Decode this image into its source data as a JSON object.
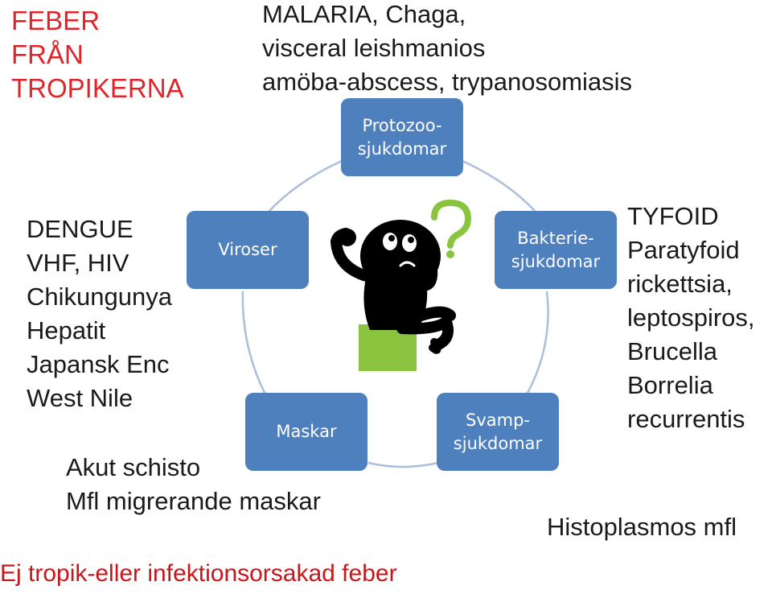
{
  "title": [
    "FEBER",
    "FRÅN",
    "TROPIKERNA"
  ],
  "protozoo": {
    "causes": [
      "MALARIA, Chaga,",
      "visceral leishmanios",
      "amöba-abscess, trypanosomiasis"
    ],
    "node": [
      "Protozoo-",
      "sjukdomar"
    ]
  },
  "viroser": {
    "causes": [
      "DENGUE",
      "VHF, HIV",
      "Chikungunya",
      "Hepatit",
      "Japansk Enc",
      "West Nile"
    ],
    "node": [
      "Viroser"
    ]
  },
  "bakterie": {
    "causes": [
      "TYFOID",
      "Paratyfoid",
      "rickettsia,",
      "leptospiros,",
      "Brucella",
      "Borrelia",
      "recurrentis"
    ],
    "node": [
      "Bakterie-",
      "sjukdomar"
    ]
  },
  "maskar": {
    "causes": [
      "Akut schisto",
      "Mfl migrerande maskar"
    ],
    "node": [
      "Maskar"
    ]
  },
  "svamp": {
    "causes": [
      "Histoplasmos mfl"
    ],
    "node": [
      "Svamp-",
      "sjukdomar"
    ]
  },
  "footer": "Ej tropik-eller infektionsorsakad feber",
  "colors": {
    "node_fill": "#4e80bd",
    "cycle_arrow": "#a9bfdc",
    "title_red": "#e0252a",
    "figure_black": "#000000",
    "question_mark": "#8ac43f",
    "box_green": "#8ac43f"
  },
  "icons": [
    "thinking-person-icon",
    "question-mark-icon"
  ]
}
